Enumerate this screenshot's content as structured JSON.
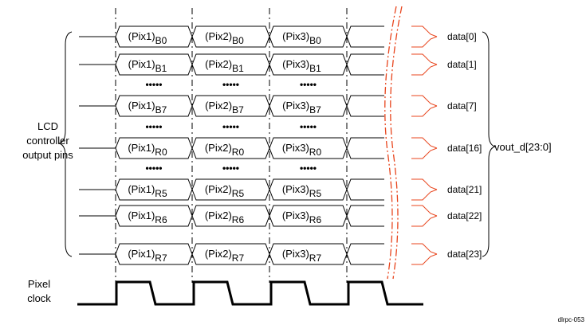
{
  "left_label": [
    "LCD",
    "controller",
    "output pins"
  ],
  "pixels": [
    "(Pix1)",
    "(Pix2)",
    "(Pix3)"
  ],
  "rows": [
    {
      "bit": "B0",
      "data": "data[0]"
    },
    {
      "bit": "B1",
      "data": "data[1]"
    },
    {
      "bit": "B7",
      "data": "data[7]"
    },
    {
      "bit": "R0",
      "data": "data[16]"
    },
    {
      "bit": "R5",
      "data": "data[21]"
    },
    {
      "bit": "R6",
      "data": "data[22]"
    },
    {
      "bit": "R7",
      "data": "data[23]"
    }
  ],
  "ellipsis": "•••••",
  "bus_label": "vout_d[23:0]",
  "clock_label": [
    "Pixel",
    "clock"
  ],
  "figure_id": "dlrpc-053"
}
